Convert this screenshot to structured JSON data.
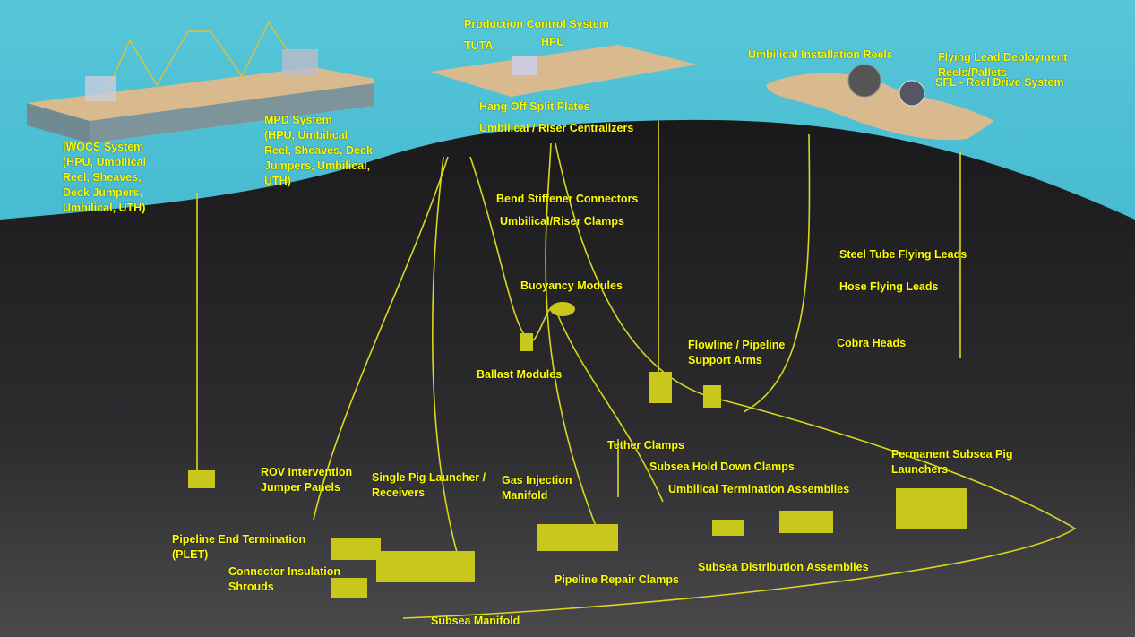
{
  "colors": {
    "label": "#ffff00",
    "sea": "#3fb5cc",
    "seabed": "#1e1e20",
    "equipment": "#d8d820",
    "deck": "#d9b98e"
  },
  "labels": {
    "production_control": "Production Control System",
    "tuta": "TUTA",
    "hpu": "HPU",
    "hang_off": "Hang Off Split Plates",
    "centralizers": "Umbilical / Riser Centralizers",
    "umbilical_reels": "Umbilical Installation Reels",
    "flying_lead_reels": "Flying Lead Deployment Reels/Pallets",
    "sfl": "SFL - Reel Drive System",
    "iwocs": "IWOCS System\n(HPU, Umbilical\nReel, Sheaves,\nDeck Jumpers,\nUmbilical, UTH)",
    "mpd": "MPD System\n(HPU, Umbilical\nReel, Sheaves, Deck\nJumpers, Umbilical,\nUTH)",
    "bend_stiffener": "Bend Stiffener Connectors",
    "riser_clamps": "Umbilical/Riser Clamps",
    "steel_tube": "Steel Tube Flying Leads",
    "hose_flying": "Hose Flying Leads",
    "buoyancy": "Buoyancy Modules",
    "cobra": "Cobra Heads",
    "flowline_support": "Flowline / Pipeline\nSupport Arms",
    "ballast": "Ballast Modules",
    "tether": "Tether Clamps",
    "hold_down": "Subsea Hold Down Clamps",
    "permanent_pig": "Permanent Subsea Pig\nLaunchers",
    "uta": "Umbilical Termination Assemblies",
    "rov_panels": "ROV Intervention\nJumper Panels",
    "single_pig": "Single Pig Launcher /\nReceivers",
    "gas_injection": "Gas Injection\nManifold",
    "plet": "Pipeline End Termination\n(PLET)",
    "distribution": "Subsea Distribution Assemblies",
    "connector_shrouds": "Connector Insulation\nShrouds",
    "repair_clamps": "Pipeline Repair Clamps",
    "manifold": "Subsea Manifold"
  }
}
